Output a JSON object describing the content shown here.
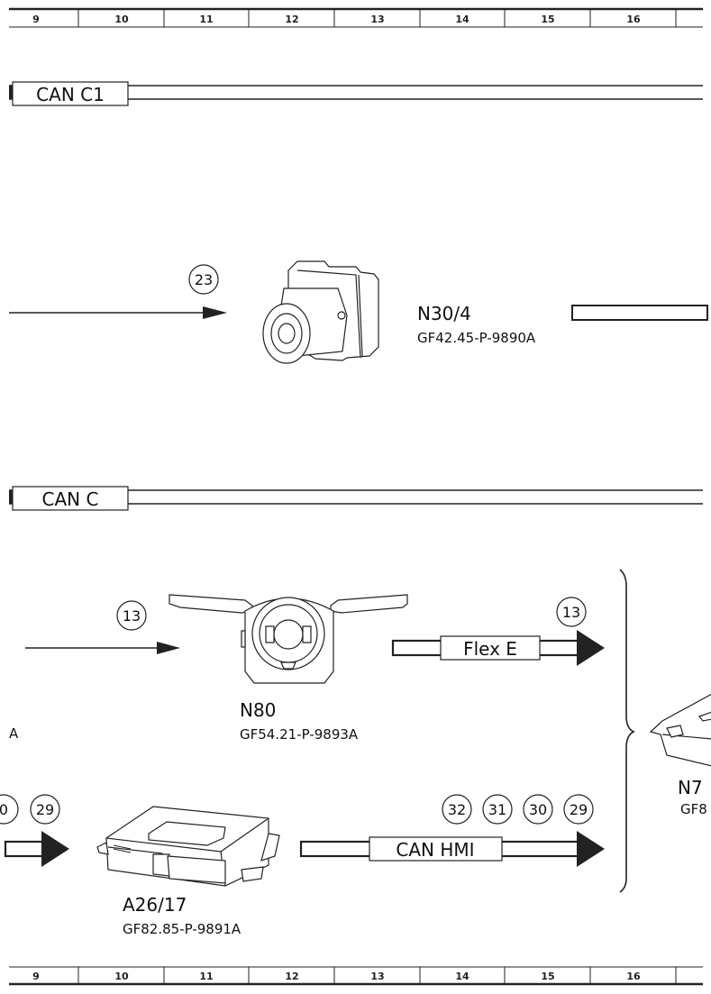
{
  "ruler": {
    "columns": [
      "9",
      "10",
      "11",
      "12",
      "13",
      "14",
      "15",
      "16"
    ]
  },
  "buses": {
    "can_c1": "CAN C1",
    "can_c": "CAN C",
    "flex_e": "Flex E",
    "can_hmi": "CAN HMI"
  },
  "components": {
    "n30_4": {
      "code": "N30/4",
      "ref": "GF42.45-P-9890A",
      "circle": "23"
    },
    "n80": {
      "code": "N80",
      "ref": "GF54.21-P-9893A",
      "circle_in": "13",
      "circle_out": "13"
    },
    "a26_17": {
      "code": "A26/17",
      "ref": "GF82.85-P-9891A",
      "circles_in": [
        "0",
        "29"
      ],
      "circles_out": [
        "32",
        "31",
        "30",
        "29"
      ]
    },
    "n7_partial": {
      "code": "N7",
      "ref": "GF8"
    },
    "left_partial_letter": "A"
  }
}
